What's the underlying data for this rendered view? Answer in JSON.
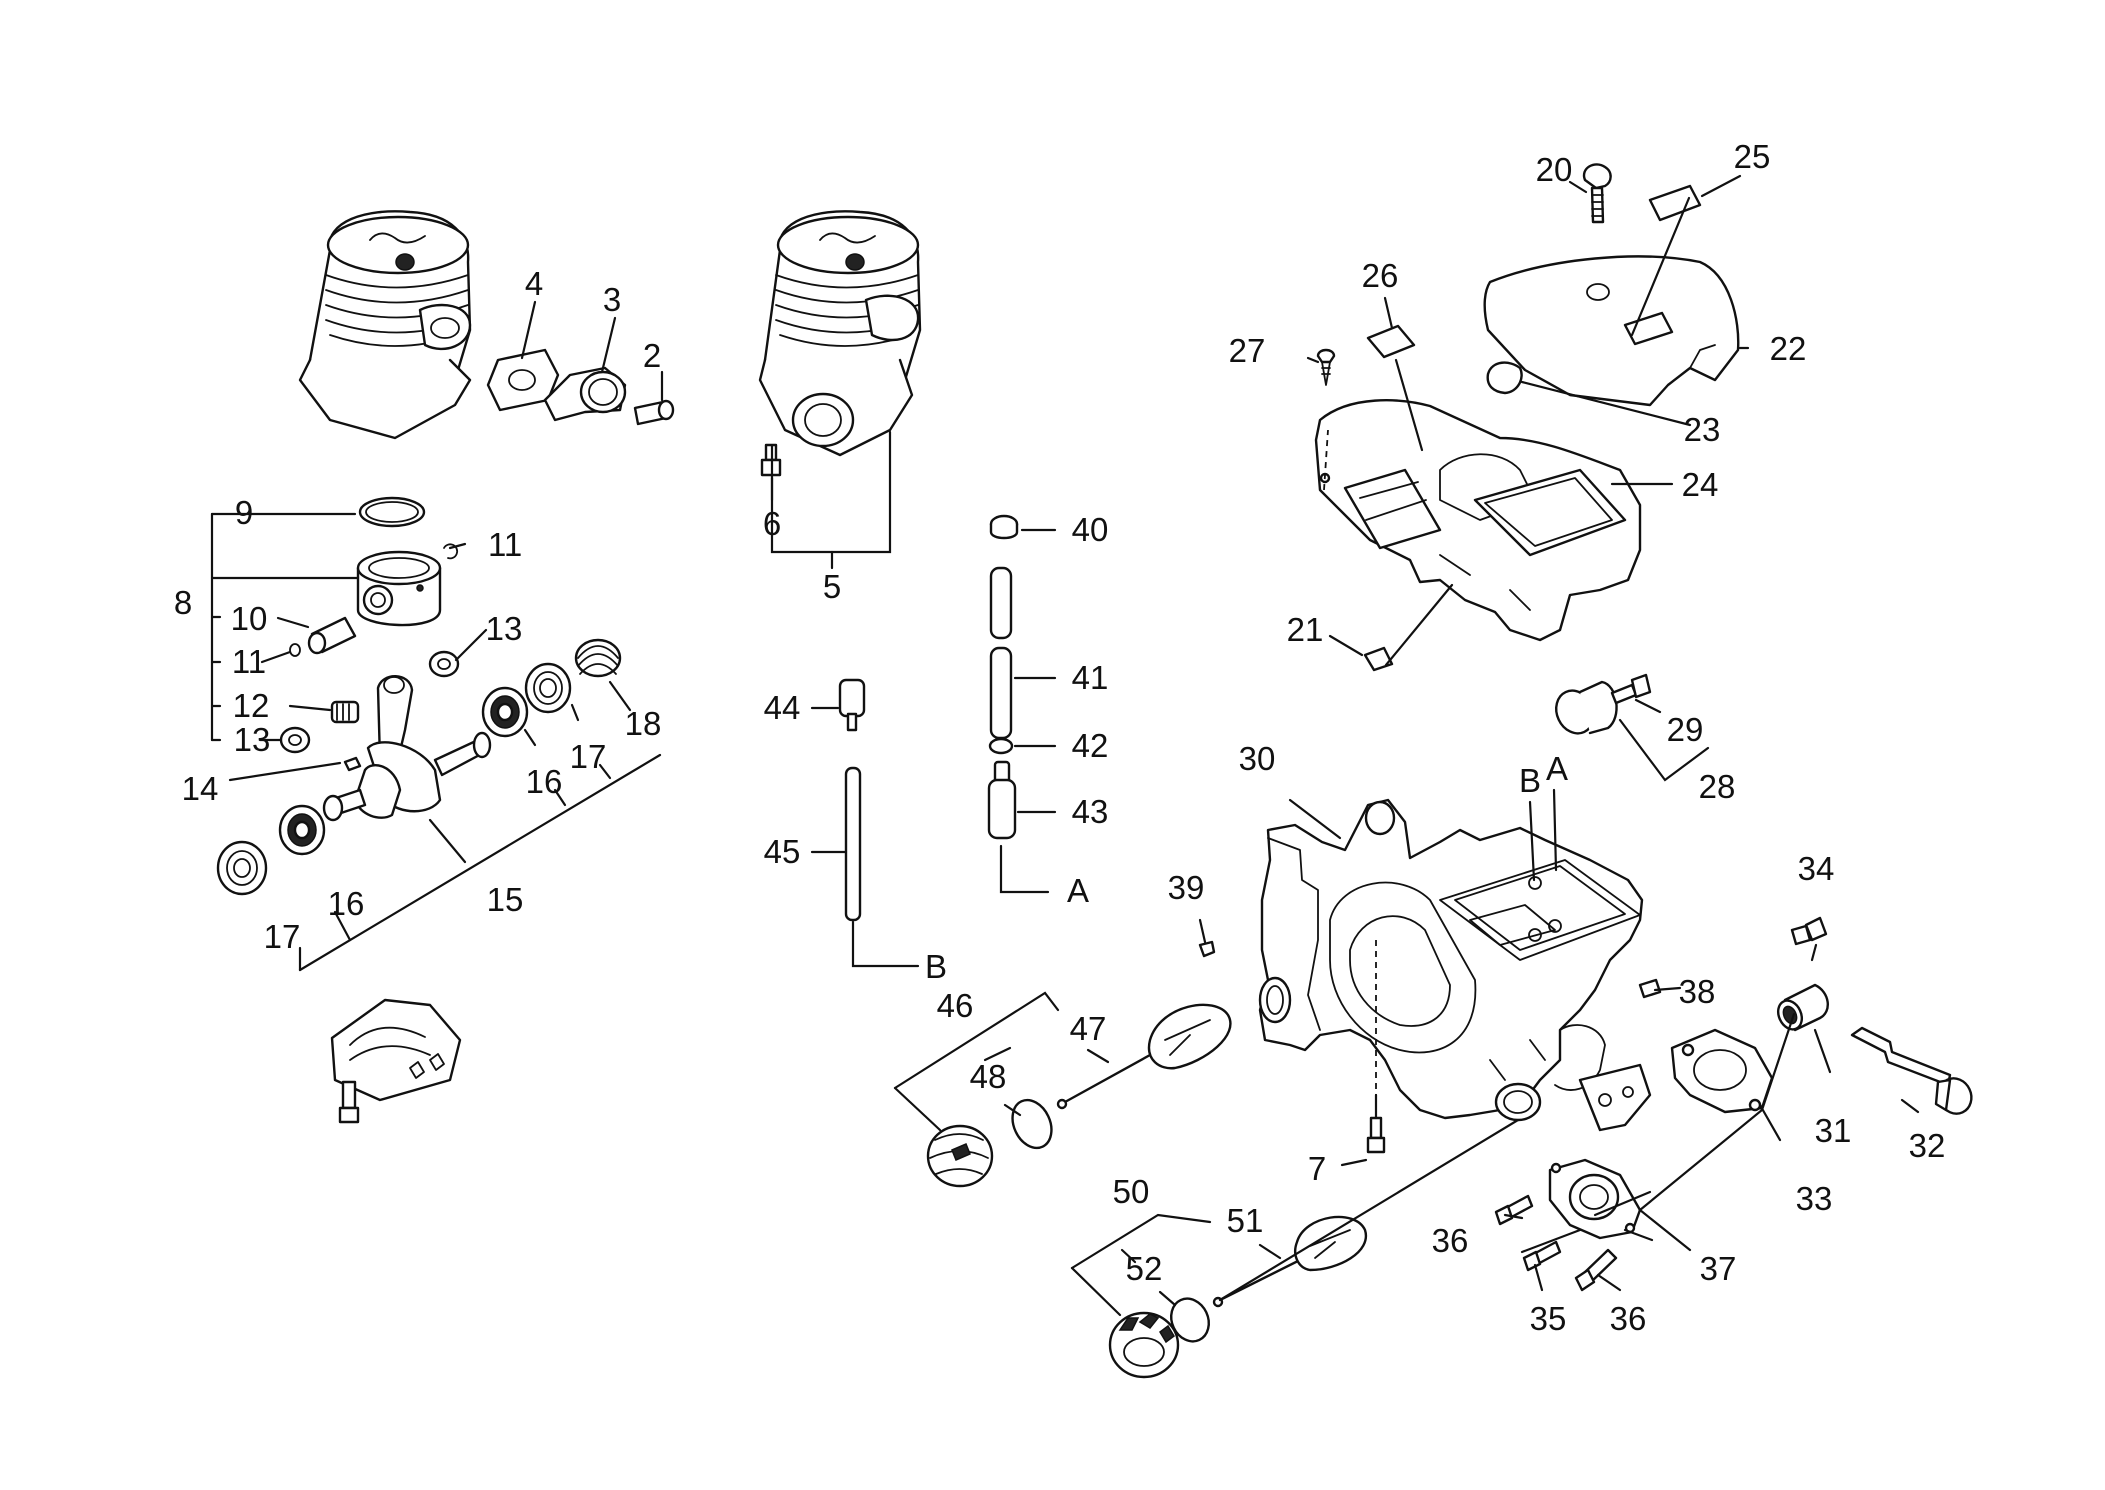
{
  "callouts": {
    "n2": "2",
    "n3": "3",
    "n4": "4",
    "n5": "5",
    "n6": "6",
    "n7": "7",
    "n8": "8",
    "n9": "9",
    "n10": "10",
    "n11a": "11",
    "n11b": "11",
    "n12": "12",
    "n13a": "13",
    "n13b": "13",
    "n14": "14",
    "n15": "15",
    "n16a": "16",
    "n16b": "16",
    "n17a": "17",
    "n17b": "17",
    "n18": "18",
    "n20": "20",
    "n21": "21",
    "n22": "22",
    "n23": "23",
    "n24": "24",
    "n25": "25",
    "n26": "26",
    "n27": "27",
    "n28": "28",
    "n29": "29",
    "n30": "30",
    "n31": "31",
    "n32": "32",
    "n33": "33",
    "n34": "34",
    "n35": "35",
    "n36a": "36",
    "n36b": "36",
    "n37": "37",
    "n38": "38",
    "n39": "39",
    "n40": "40",
    "n41": "41",
    "n42": "42",
    "n43": "43",
    "n44": "44",
    "n45": "45",
    "n46": "46",
    "n47": "47",
    "n48": "48",
    "n50": "50",
    "n51": "51",
    "n52": "52",
    "refA1": "A",
    "refB1": "B",
    "refA2": "A",
    "refB2": "B"
  }
}
